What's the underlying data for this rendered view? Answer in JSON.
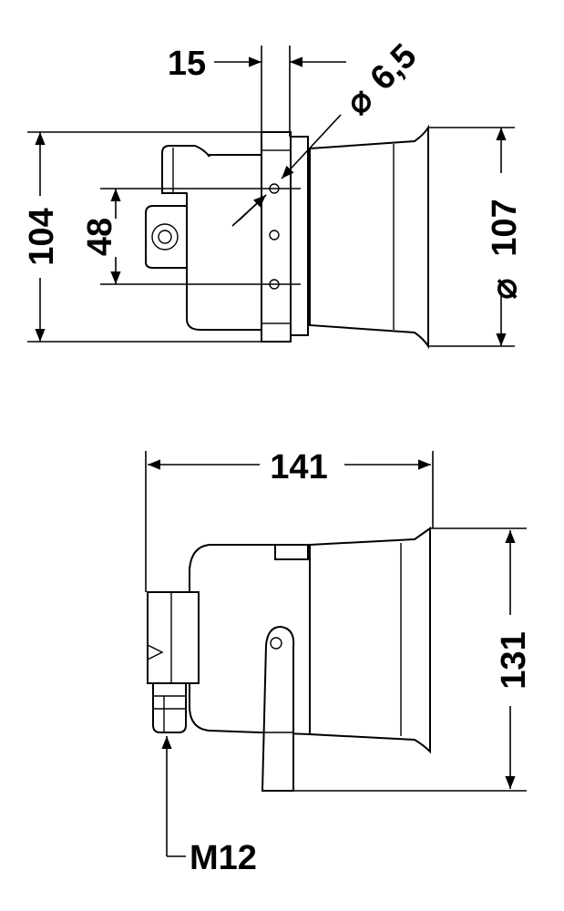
{
  "colors": {
    "line": "#000000",
    "background": "#ffffff"
  },
  "top_view": {
    "dim_15": "15",
    "dim_104": "104",
    "dim_48": "48",
    "dim_hole": "6,5",
    "dim_diameter": "107",
    "diameter_symbol": "⌀"
  },
  "side_view": {
    "dim_141": "141",
    "dim_131": "131",
    "dim_thread": "M12"
  }
}
